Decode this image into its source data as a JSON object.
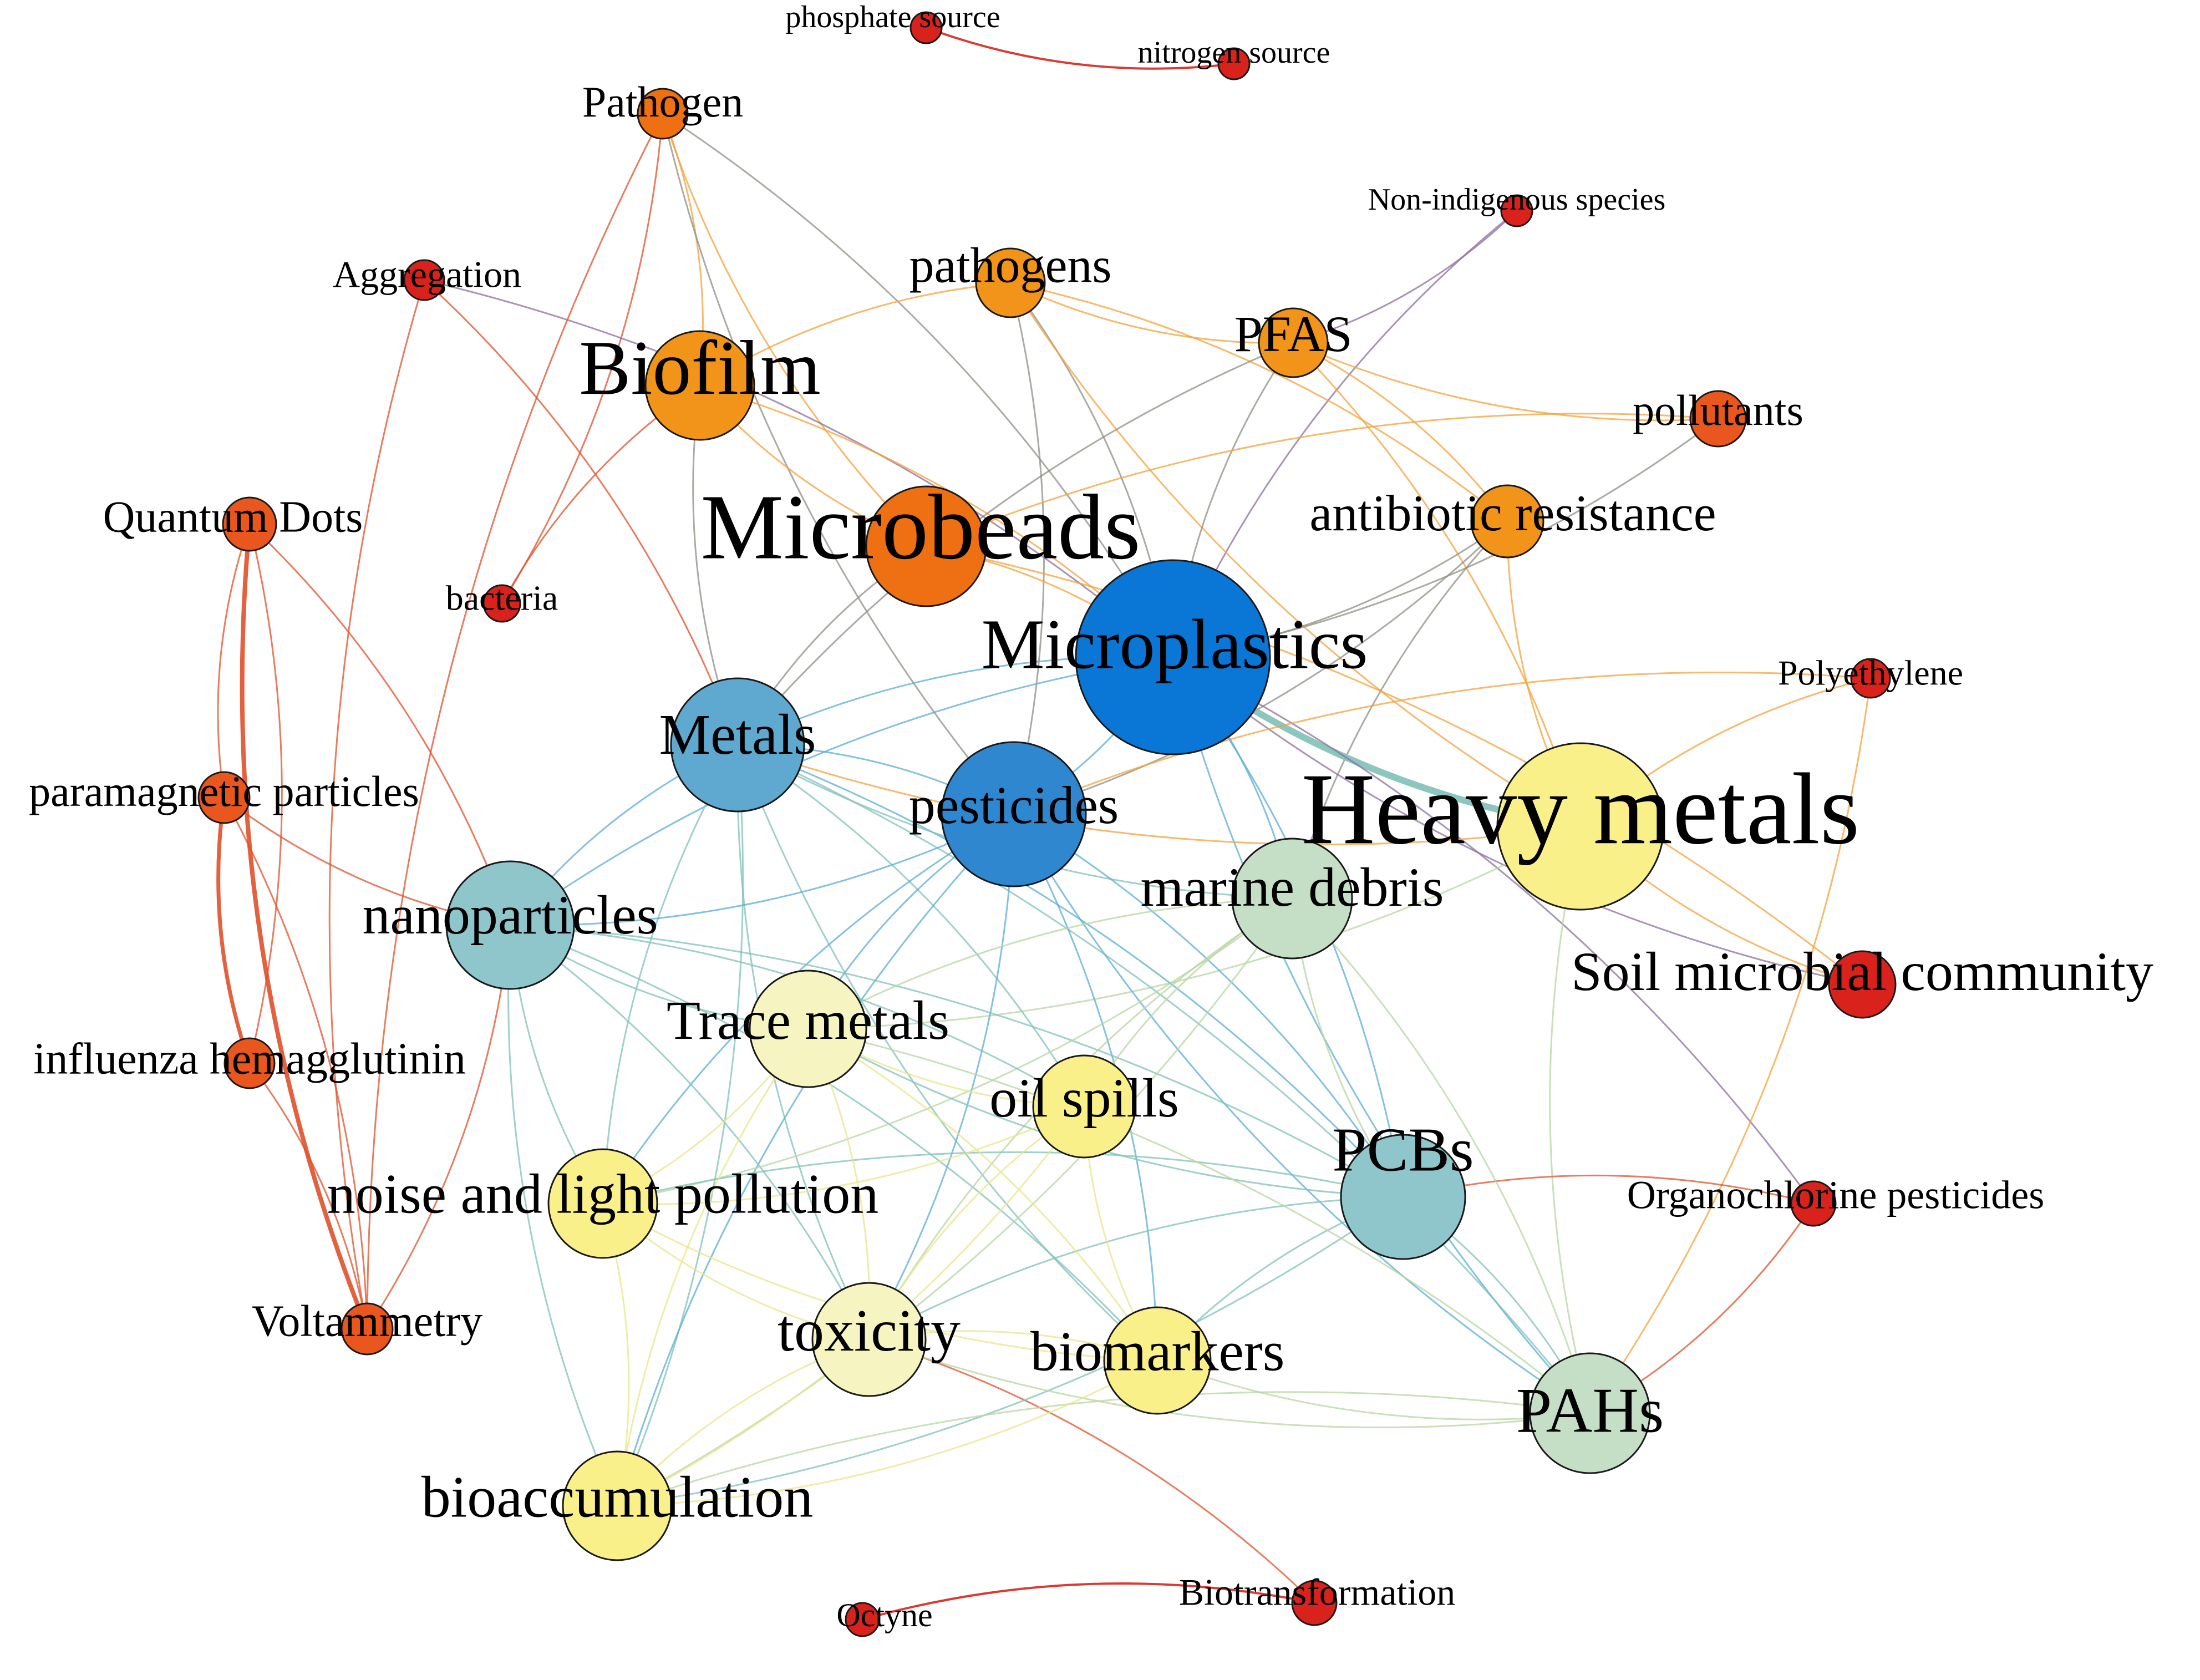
{
  "colors": {
    "blue_dark": "#0a76d6",
    "blue_mid": "#2f87cf",
    "blue_light": "#5fa8cf",
    "teal": "#8fc6cc",
    "green_pale": "#c5dfc6",
    "yellow": "#faf08a",
    "yellow_pale": "#f6f5c2",
    "orange": "#f29419",
    "orange_dark": "#ee7012",
    "orange_red": "#e9561e",
    "red": "#d9221c",
    "edge_orange": "#f4a23a",
    "edge_red": "#e0502a",
    "edge_purple": "#8c6fa0",
    "edge_gray": "#8f8f86",
    "edge_blue": "#5aaed4",
    "edge_teal": "#7fc1b8",
    "edge_yellow": "#e8e68a",
    "edge_green": "#b7d6a2"
  },
  "nodes": [
    {
      "id": "phosphate_source",
      "label": "phosphate source",
      "color": "red"
    },
    {
      "id": "nitrogen_source",
      "label": "nitrogen source",
      "color": "red"
    },
    {
      "id": "pathogen",
      "label": "Pathogen",
      "color": "orange_dark"
    },
    {
      "id": "non_indigenous",
      "label": "Non-indigenous species",
      "color": "red"
    },
    {
      "id": "aggregation",
      "label": "Aggregation",
      "color": "red"
    },
    {
      "id": "pathogens",
      "label": "pathogens",
      "color": "orange"
    },
    {
      "id": "pfas",
      "label": "PFAS",
      "color": "orange"
    },
    {
      "id": "biofilm",
      "label": "Biofilm",
      "color": "orange"
    },
    {
      "id": "pollutants",
      "label": "pollutants",
      "color": "orange_red"
    },
    {
      "id": "quantum_dots",
      "label": "Quantum Dots",
      "color": "orange_red"
    },
    {
      "id": "microbeads",
      "label": "Microbeads",
      "color": "orange_dark"
    },
    {
      "id": "antibiotic_resistance",
      "label": "antibiotic resistance",
      "color": "orange"
    },
    {
      "id": "bacteria",
      "label": "bacteria",
      "color": "red"
    },
    {
      "id": "microplastics",
      "label": "Microplastics",
      "color": "blue_dark"
    },
    {
      "id": "polyethylene",
      "label": "Polyethylene",
      "color": "red"
    },
    {
      "id": "metals",
      "label": "Metals",
      "color": "blue_light"
    },
    {
      "id": "paramagnetic",
      "label": "paramagnetic particles",
      "color": "orange_red"
    },
    {
      "id": "pesticides",
      "label": "pesticides",
      "color": "blue_mid"
    },
    {
      "id": "heavy_metals",
      "label": "Heavy metals",
      "color": "yellow"
    },
    {
      "id": "marine_debris",
      "label": "marine debris",
      "color": "green_pale"
    },
    {
      "id": "nanoparticles",
      "label": "nanoparticles",
      "color": "teal"
    },
    {
      "id": "soil_microbial",
      "label": "Soil microbial community",
      "color": "red"
    },
    {
      "id": "trace_metals",
      "label": "Trace metals",
      "color": "yellow_pale"
    },
    {
      "id": "influenza",
      "label": "influenza hemagglutinin",
      "color": "orange_red"
    },
    {
      "id": "oil_spills",
      "label": "oil spills",
      "color": "yellow"
    },
    {
      "id": "pcbs",
      "label": "PCBs",
      "color": "teal"
    },
    {
      "id": "noise_light",
      "label": "noise and light pollution",
      "color": "yellow"
    },
    {
      "id": "organochlorine",
      "label": "Organochlorine pesticides",
      "color": "red"
    },
    {
      "id": "voltammetry",
      "label": "Voltammetry",
      "color": "orange_red"
    },
    {
      "id": "toxicity",
      "label": "toxicity",
      "color": "yellow_pale"
    },
    {
      "id": "biomarkers",
      "label": "biomarkers",
      "color": "yellow"
    },
    {
      "id": "pahs",
      "label": "PAHs",
      "color": "green_pale"
    },
    {
      "id": "bioaccumulation",
      "label": "bioaccumulation",
      "color": "yellow"
    },
    {
      "id": "octyne",
      "label": "Octyne",
      "color": "red"
    },
    {
      "id": "biotransformation",
      "label": "Biotransformation",
      "color": "red"
    }
  ],
  "edges": [
    [
      "phosphate_source",
      "nitrogen_source",
      "red"
    ],
    [
      "octyne",
      "biotransformation",
      "red"
    ],
    [
      "biotransformation",
      "toxicity",
      "edge_red"
    ],
    [
      "non_indigenous",
      "pfas",
      "edge_purple"
    ],
    [
      "non_indigenous",
      "microplastics",
      "edge_purple"
    ],
    [
      "pathogen",
      "biofilm",
      "edge_orange"
    ],
    [
      "pathogen",
      "microbeads",
      "edge_orange"
    ],
    [
      "pathogen",
      "bacteria",
      "edge_red"
    ],
    [
      "pathogen",
      "voltammetry",
      "edge_red"
    ],
    [
      "pathogen",
      "microplastics",
      "edge_gray"
    ],
    [
      "pathogen",
      "pesticides",
      "edge_gray"
    ],
    [
      "aggregation",
      "microplastics",
      "edge_purple"
    ],
    [
      "aggregation",
      "voltammetry",
      "edge_red"
    ],
    [
      "aggregation",
      "metals",
      "edge_red"
    ],
    [
      "biofilm",
      "microbeads",
      "edge_orange"
    ],
    [
      "biofilm",
      "microplastics",
      "edge_orange"
    ],
    [
      "biofilm",
      "bacteria",
      "edge_red"
    ],
    [
      "biofilm",
      "pathogens",
      "edge_orange"
    ],
    [
      "biofilm",
      "metals",
      "edge_gray"
    ],
    [
      "pathogens",
      "microplastics",
      "edge_gray"
    ],
    [
      "pathogens",
      "heavy_metals",
      "edge_orange"
    ],
    [
      "pathogens",
      "pesticides",
      "edge_gray"
    ],
    [
      "pathogens",
      "pfas",
      "edge_orange"
    ],
    [
      "pathogens",
      "antibiotic_resistance",
      "edge_orange"
    ],
    [
      "pfas",
      "microplastics",
      "edge_gray"
    ],
    [
      "pfas",
      "antibiotic_resistance",
      "edge_orange"
    ],
    [
      "pfas",
      "pollutants",
      "edge_orange"
    ],
    [
      "pfas",
      "heavy_metals",
      "edge_orange"
    ],
    [
      "pfas",
      "metals",
      "edge_gray"
    ],
    [
      "pollutants",
      "microplastics",
      "edge_gray"
    ],
    [
      "pollutants",
      "microbeads",
      "edge_orange"
    ],
    [
      "antibiotic_resistance",
      "microplastics",
      "edge_gray"
    ],
    [
      "antibiotic_resistance",
      "heavy_metals",
      "edge_orange"
    ],
    [
      "antibiotic_resistance",
      "pesticides",
      "edge_gray"
    ],
    [
      "antibiotic_resistance",
      "marine_debris",
      "edge_gray"
    ],
    [
      "microbeads",
      "microplastics",
      "edge_orange"
    ],
    [
      "microbeads",
      "metals",
      "edge_gray"
    ],
    [
      "microbeads",
      "soil_microbial",
      "edge_orange"
    ],
    [
      "microplastics",
      "heavy_metals",
      "edge_teal"
    ],
    [
      "microplastics",
      "pesticides",
      "edge_blue"
    ],
    [
      "microplastics",
      "metals",
      "edge_blue"
    ],
    [
      "microplastics",
      "pcbs",
      "edge_blue"
    ],
    [
      "microplastics",
      "soil_microbial",
      "edge_purple"
    ],
    [
      "microplastics",
      "organochlorine",
      "edge_purple"
    ],
    [
      "microplastics",
      "nanoparticles",
      "edge_blue"
    ],
    [
      "microplastics",
      "marine_debris",
      "edge_blue"
    ],
    [
      "microplastics",
      "pahs",
      "edge_blue"
    ],
    [
      "heavy_metals",
      "polyethylene",
      "edge_orange"
    ],
    [
      "heavy_metals",
      "soil_microbial",
      "edge_orange"
    ],
    [
      "heavy_metals",
      "metals",
      "edge_orange"
    ],
    [
      "heavy_metals",
      "pahs",
      "edge_green"
    ],
    [
      "heavy_metals",
      "trace_metals",
      "edge_green"
    ],
    [
      "polyethylene",
      "pesticides",
      "edge_orange"
    ],
    [
      "polyethylene",
      "pahs",
      "edge_orange"
    ],
    [
      "organochlorine",
      "pcbs",
      "edge_red"
    ],
    [
      "organochlorine",
      "pahs",
      "edge_red"
    ],
    [
      "quantum_dots",
      "paramagnetic",
      "edge_red"
    ],
    [
      "quantum_dots",
      "influenza",
      "edge_red"
    ],
    [
      "quantum_dots",
      "voltammetry",
      "edge_red"
    ],
    [
      "quantum_dots",
      "nanoparticles",
      "edge_red"
    ],
    [
      "paramagnetic",
      "influenza",
      "edge_red"
    ],
    [
      "paramagnetic",
      "voltammetry",
      "edge_red"
    ],
    [
      "paramagnetic",
      "nanoparticles",
      "edge_red"
    ],
    [
      "influenza",
      "voltammetry",
      "edge_red"
    ],
    [
      "voltammetry",
      "nanoparticles",
      "edge_red"
    ],
    [
      "metals",
      "pesticides",
      "edge_blue"
    ],
    [
      "metals",
      "nanoparticles",
      "edge_blue"
    ],
    [
      "metals",
      "pcbs",
      "edge_blue"
    ],
    [
      "metals",
      "toxicity",
      "edge_teal"
    ],
    [
      "metals",
      "bioaccumulation",
      "edge_teal"
    ],
    [
      "metals",
      "biomarkers",
      "edge_teal"
    ],
    [
      "metals",
      "pahs",
      "edge_teal"
    ],
    [
      "metals",
      "marine_debris",
      "edge_teal"
    ],
    [
      "metals",
      "oil_spills",
      "edge_teal"
    ],
    [
      "metals",
      "noise_light",
      "edge_teal"
    ],
    [
      "pesticides",
      "pcbs",
      "edge_blue"
    ],
    [
      "pesticides",
      "pahs",
      "edge_blue"
    ],
    [
      "pesticides",
      "toxicity",
      "edge_blue"
    ],
    [
      "pesticides",
      "bioaccumulation",
      "edge_blue"
    ],
    [
      "pesticides",
      "biomarkers",
      "edge_blue"
    ],
    [
      "pesticides",
      "trace_metals",
      "edge_blue"
    ],
    [
      "pesticides",
      "nanoparticles",
      "edge_blue"
    ],
    [
      "pesticides",
      "noise_light",
      "edge_blue"
    ],
    [
      "nanoparticles",
      "toxicity",
      "edge_teal"
    ],
    [
      "nanoparticles",
      "bioaccumulation",
      "edge_teal"
    ],
    [
      "nanoparticles",
      "pcbs",
      "edge_teal"
    ],
    [
      "nanoparticles",
      "trace_metals",
      "edge_teal"
    ],
    [
      "nanoparticles",
      "biomarkers",
      "edge_teal"
    ],
    [
      "marine_debris",
      "toxicity",
      "edge_green"
    ],
    [
      "marine_debris",
      "bioaccumulation",
      "edge_green"
    ],
    [
      "marine_debris",
      "oil_spills",
      "edge_green"
    ],
    [
      "marine_debris",
      "noise_light",
      "edge_green"
    ],
    [
      "marine_debris",
      "pcbs",
      "edge_green"
    ],
    [
      "marine_debris",
      "pahs",
      "edge_green"
    ],
    [
      "marine_debris",
      "trace_metals",
      "edge_green"
    ],
    [
      "pcbs",
      "pahs",
      "edge_teal"
    ],
    [
      "pcbs",
      "toxicity",
      "edge_teal"
    ],
    [
      "pcbs",
      "bioaccumulation",
      "edge_teal"
    ],
    [
      "pcbs",
      "biomarkers",
      "edge_teal"
    ],
    [
      "pcbs",
      "trace_metals",
      "edge_teal"
    ],
    [
      "pcbs",
      "noise_light",
      "edge_teal"
    ],
    [
      "pahs",
      "toxicity",
      "edge_green"
    ],
    [
      "pahs",
      "bioaccumulation",
      "edge_green"
    ],
    [
      "pahs",
      "biomarkers",
      "edge_green"
    ],
    [
      "pahs",
      "trace_metals",
      "edge_green"
    ],
    [
      "trace_metals",
      "toxicity",
      "edge_yellow"
    ],
    [
      "trace_metals",
      "bioaccumulation",
      "edge_yellow"
    ],
    [
      "trace_metals",
      "biomarkers",
      "edge_yellow"
    ],
    [
      "trace_metals",
      "oil_spills",
      "edge_yellow"
    ],
    [
      "trace_metals",
      "noise_light",
      "edge_yellow"
    ],
    [
      "oil_spills",
      "toxicity",
      "edge_yellow"
    ],
    [
      "oil_spills",
      "bioaccumulation",
      "edge_yellow"
    ],
    [
      "oil_spills",
      "biomarkers",
      "edge_yellow"
    ],
    [
      "oil_spills",
      "noise_light",
      "edge_yellow"
    ],
    [
      "noise_light",
      "toxicity",
      "edge_yellow"
    ],
    [
      "noise_light",
      "bioaccumulation",
      "edge_yellow"
    ],
    [
      "noise_light",
      "biomarkers",
      "edge_yellow"
    ],
    [
      "toxicity",
      "biomarkers",
      "edge_yellow"
    ],
    [
      "toxicity",
      "bioaccumulation",
      "edge_yellow"
    ],
    [
      "biomarkers",
      "bioaccumulation",
      "edge_yellow"
    ],
    [
      "nanoparticles",
      "noise_light",
      "edge_teal"
    ],
    [
      "nanoparticles",
      "oil_spills",
      "edge_teal"
    ]
  ]
}
